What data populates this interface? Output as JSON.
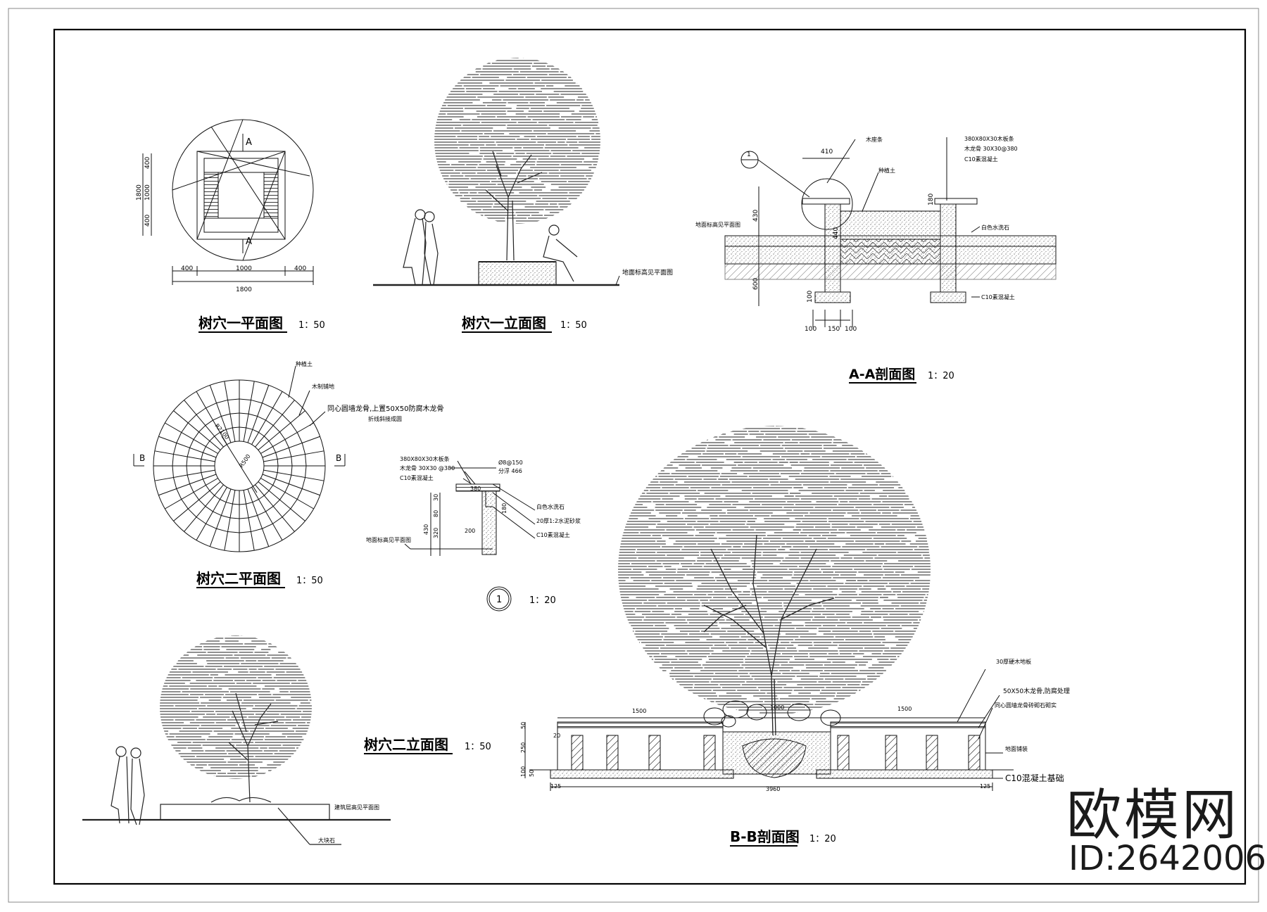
{
  "titles": {
    "plan1": "树穴一平面图",
    "plan1_scale": "1：50",
    "elev1": "树穴一立面图",
    "elev1_scale": "1：50",
    "secAA": "A-A剖面图",
    "secAA_scale": "1：20",
    "plan2": "树穴二平面图",
    "plan2_scale": "1：50",
    "detail_no": "1",
    "detail_scale": "1：20",
    "elev2": "树穴二立面图",
    "elev2_scale": "1：50",
    "secBB": "B-B剖面图",
    "secBB_scale": "1：20"
  },
  "plan1": {
    "section_mark": "A",
    "dims_bottom": [
      "400",
      "1000",
      "400"
    ],
    "dim_total_bottom": "1800",
    "dims_left": [
      "400",
      "1000",
      "400"
    ],
    "dim_total_left": "1800"
  },
  "elev1": {
    "ground_note": "地面标高见平面图"
  },
  "secAA": {
    "detail_mark": "1",
    "dim_top": "410",
    "notes_top": [
      "木座条",
      "种植土"
    ],
    "notes_right": [
      "380X80X30木板条",
      "木龙骨 30X30@380",
      "C10素混凝土"
    ],
    "note_stone": "白色水洗石",
    "note_ground": "地面标高见平面图",
    "note_base": "C10素混凝土",
    "dims_v": [
      "430",
      "440",
      "600",
      "100",
      "180"
    ],
    "dims_h": [
      "100",
      "150",
      "100"
    ]
  },
  "plan2": {
    "section_mark": "B",
    "notes": [
      "种植土",
      "木制铺地",
      "同心圆墙龙骨,上置50X50防腐木龙骨",
      "折线斜接成圆"
    ],
    "dim_outer": "R2100",
    "dim_inner": "R500"
  },
  "detail1": {
    "notes_left": [
      "380X80X30木板条",
      "木龙骨 30X30 @380",
      "C10素混凝土"
    ],
    "notes_top": [
      "Ø8@150",
      "分浮 466"
    ],
    "notes_right": [
      "白色水洗石",
      "20厚1:2水泥砂浆",
      "C10素混凝土"
    ],
    "note_ground": "地面标高见平面图",
    "dims": [
      "380",
      "30",
      "80",
      "430",
      "320",
      "200",
      "180"
    ]
  },
  "elev2": {
    "notes": [
      "建筑层高见平面图",
      "大块石"
    ]
  },
  "secBB": {
    "notes": [
      "30厚硬木地板",
      "50X50木龙骨,防腐处理",
      "同心圆墙龙骨砖砌石砌实",
      "地面铺装",
      "C10混凝土基础"
    ],
    "dims_top": [
      "1500",
      "1000",
      "1500"
    ],
    "dims_bottom": [
      "125",
      "3960",
      "125"
    ],
    "dims_left": [
      "50",
      "20",
      "250",
      "100",
      "50"
    ]
  },
  "brand": {
    "name": "欧模网",
    "id": "ID:2642006"
  }
}
